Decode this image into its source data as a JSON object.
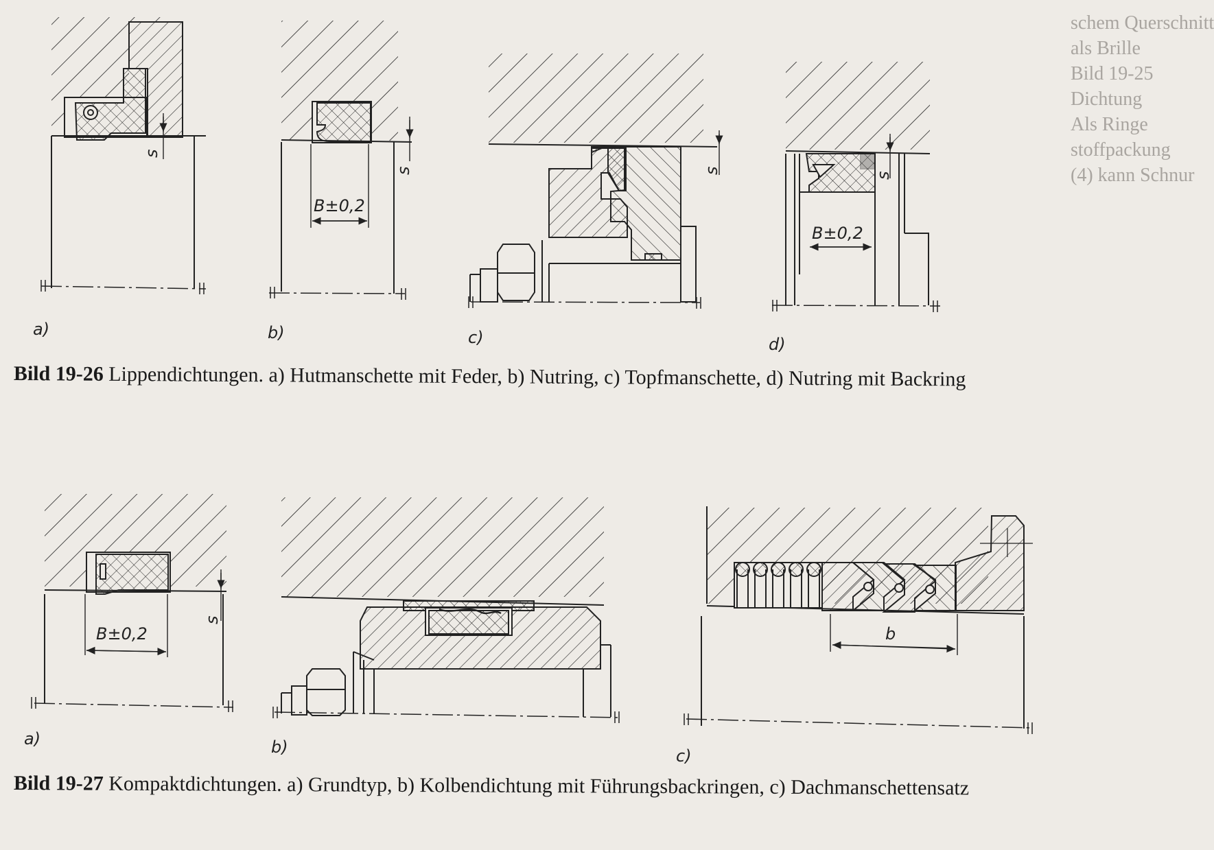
{
  "figure_26": {
    "number": "Bild 19-26",
    "caption": "Lippendichtungen. a) Hutmanschette mit Feder, b) Nutring, c) Topfmanschette, d) Nutring mit Backring",
    "panel_labels": [
      "a)",
      "b)",
      "c)",
      "d)"
    ],
    "dim_b": "B±0,2",
    "dim_s": "s"
  },
  "figure_27": {
    "number": "Bild 19-27",
    "caption": "Kompaktdichtungen. a) Grundtyp, b) Kolbendichtung mit Führungsbackringen, c) Dachmanschettensatz",
    "panel_labels": [
      "a)",
      "b)",
      "c)"
    ],
    "dim_b_large": "B±0,2",
    "dim_b_small": "b",
    "dim_s": "s"
  },
  "show_through_text": [
    "schem Querschnitt",
    "als Brille",
    "Bild 19-25",
    "Dichtung",
    "Als Ringe",
    "stoffpackung",
    "(4) kann Schnur"
  ]
}
